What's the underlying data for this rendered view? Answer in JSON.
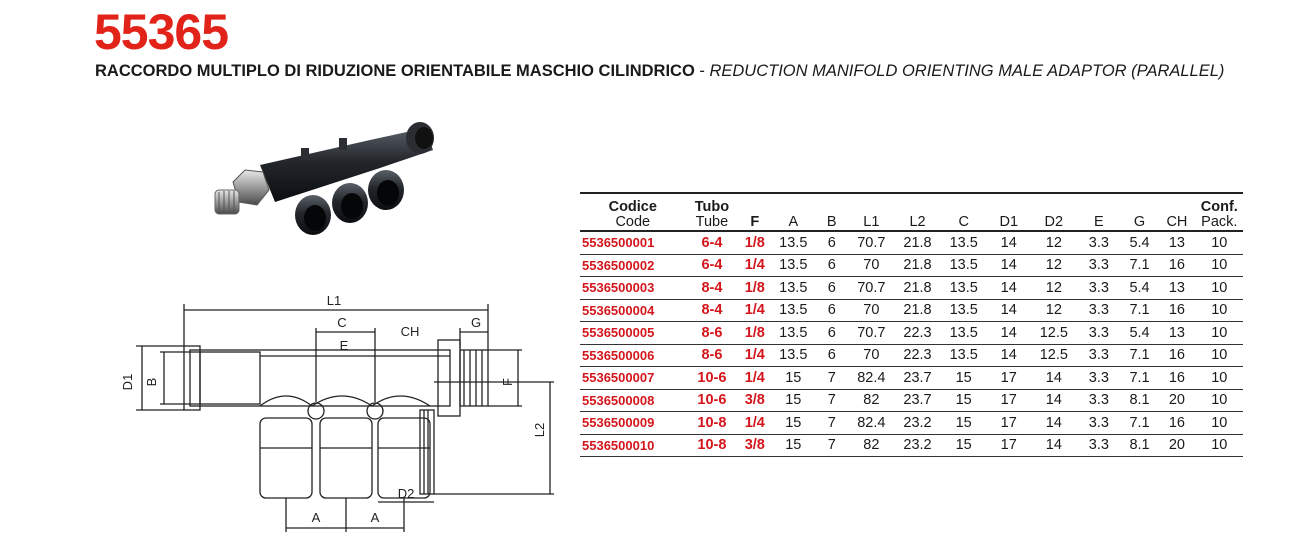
{
  "header": {
    "code": "55365",
    "title_it": "RACCORDO MULTIPLO DI RIDUZIONE ORIENTABILE MASCHIO CILINDRICO",
    "separator": " - ",
    "title_en": "REDUCTION MANIFOLD ORIENTING MALE ADAPTOR (PARALLEL)"
  },
  "drawing": {
    "L1": "L1",
    "C": "C",
    "CH": "CH",
    "G": "G",
    "E": "E",
    "D1": "D1",
    "B": "B",
    "F": "F",
    "L2": "L2",
    "D2": "D2",
    "A": "A"
  },
  "table": {
    "headers": {
      "code_it": "Codice",
      "code_en": "Code",
      "tube_it": "Tubo",
      "tube_en": "Tube",
      "F": "F",
      "A": "A",
      "B": "B",
      "L1": "L1",
      "L2": "L2",
      "C": "C",
      "D1": "D1",
      "D2": "D2",
      "E": "E",
      "G": "G",
      "CH": "CH",
      "pack_it": "Conf.",
      "pack_en": "Pack."
    },
    "rows": [
      [
        "5536500001",
        "6-4",
        "1/8",
        "13.5",
        "6",
        "70.7",
        "21.8",
        "13.5",
        "14",
        "12",
        "3.3",
        "5.4",
        "13",
        "10"
      ],
      [
        "5536500002",
        "6-4",
        "1/4",
        "13.5",
        "6",
        "70",
        "21.8",
        "13.5",
        "14",
        "12",
        "3.3",
        "7.1",
        "16",
        "10"
      ],
      [
        "5536500003",
        "8-4",
        "1/8",
        "13.5",
        "6",
        "70.7",
        "21.8",
        "13.5",
        "14",
        "12",
        "3.3",
        "5.4",
        "13",
        "10"
      ],
      [
        "5536500004",
        "8-4",
        "1/4",
        "13.5",
        "6",
        "70",
        "21.8",
        "13.5",
        "14",
        "12",
        "3.3",
        "7.1",
        "16",
        "10"
      ],
      [
        "5536500005",
        "8-6",
        "1/8",
        "13.5",
        "6",
        "70.7",
        "22.3",
        "13.5",
        "14",
        "12.5",
        "3.3",
        "5.4",
        "13",
        "10"
      ],
      [
        "5536500006",
        "8-6",
        "1/4",
        "13.5",
        "6",
        "70",
        "22.3",
        "13.5",
        "14",
        "12.5",
        "3.3",
        "7.1",
        "16",
        "10"
      ],
      [
        "5536500007",
        "10-6",
        "1/4",
        "15",
        "7",
        "82.4",
        "23.7",
        "15",
        "17",
        "14",
        "3.3",
        "7.1",
        "16",
        "10"
      ],
      [
        "5536500008",
        "10-6",
        "3/8",
        "15",
        "7",
        "82",
        "23.7",
        "15",
        "17",
        "14",
        "3.3",
        "8.1",
        "20",
        "10"
      ],
      [
        "5536500009",
        "10-8",
        "1/4",
        "15",
        "7",
        "82.4",
        "23.2",
        "15",
        "17",
        "14",
        "3.3",
        "7.1",
        "16",
        "10"
      ],
      [
        "5536500010",
        "10-8",
        "3/8",
        "15",
        "7",
        "82",
        "23.2",
        "15",
        "17",
        "14",
        "3.3",
        "8.1",
        "20",
        "10"
      ]
    ]
  }
}
